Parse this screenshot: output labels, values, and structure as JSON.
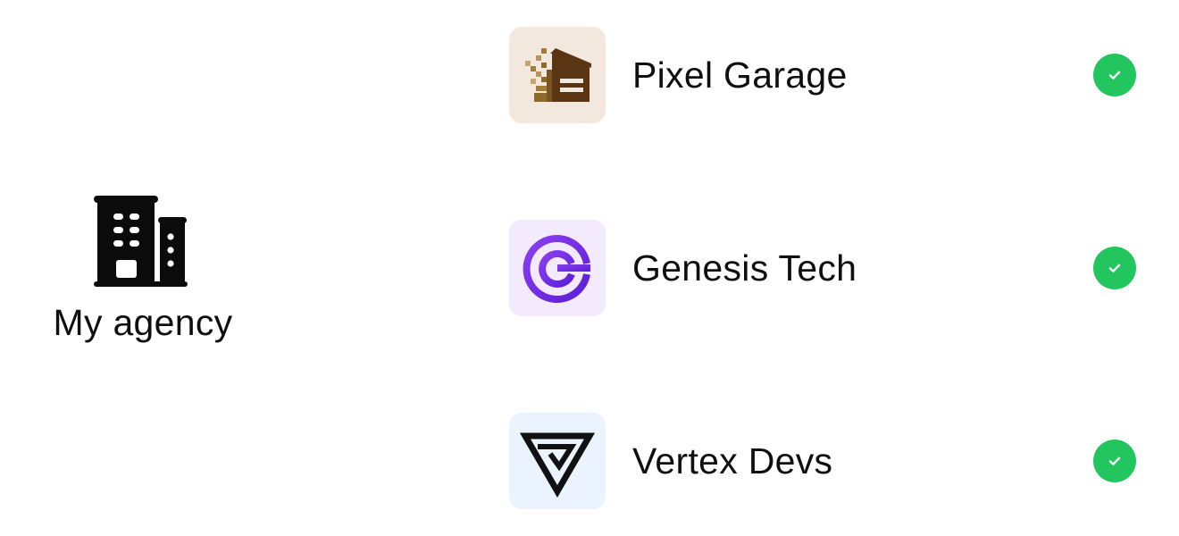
{
  "agency": {
    "label": "My agency",
    "icon": "building-icon"
  },
  "clients": [
    {
      "name": "Pixel Garage",
      "logo": "pixel-garage-logo",
      "tile_color": "#f2e8de",
      "status": "connected",
      "status_icon": "check-circle-icon"
    },
    {
      "name": "Genesis Tech",
      "logo": "genesis-tech-logo",
      "tile_color": "#f3eafe",
      "status": "connected",
      "status_icon": "check-circle-icon"
    },
    {
      "name": "Vertex Devs",
      "logo": "vertex-devs-logo",
      "tile_color": "#eaf3fe",
      "status": "connected",
      "status_icon": "check-circle-icon"
    }
  ],
  "colors": {
    "check_green": "#22c55e",
    "text": "#0f0f10"
  }
}
